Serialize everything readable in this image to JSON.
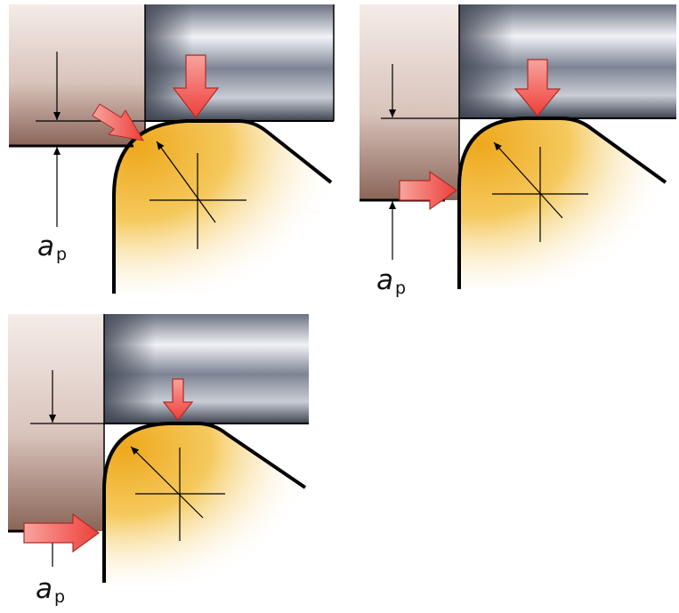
{
  "figure": {
    "panels": [
      {
        "id": "panel-1",
        "depth_label": {
          "symbol": "a",
          "subscript": "p"
        }
      },
      {
        "id": "panel-2",
        "depth_label": {
          "symbol": "a",
          "subscript": "p"
        }
      },
      {
        "id": "panel-3",
        "depth_label": {
          "symbol": "a",
          "subscript": "p"
        }
      }
    ],
    "colors": {
      "workpiece_dark": "#8a6558",
      "workpiece_light": "#f2e8e4",
      "tool_dark": "#4a5160",
      "tool_light": "#eef0f4",
      "insert": "#f0b52a",
      "force_arrow": "#f04c46",
      "line": "#000000"
    }
  }
}
